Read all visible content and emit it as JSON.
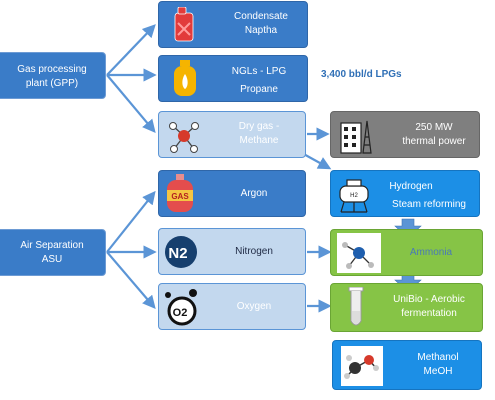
{
  "sources": {
    "gpp": "Gas processing\nplant (GPP)",
    "asu": "Air Separation\nASU"
  },
  "gpp_products": {
    "condensate": "Condensate\nNaptha",
    "ngl_line1": "NGLs - LPG",
    "ngl_line2": "Propane",
    "drygas": "Dry gas -\nMethane"
  },
  "lpg_rate": "3,400 bbl/d  LPGs",
  "asu_products": {
    "argon": "Argon",
    "nitrogen": "Nitrogen",
    "oxygen": "Oxygen"
  },
  "icon_text": {
    "gas_cylinder": "GAS",
    "n2": "N2",
    "o2": "O2",
    "tank": "H2"
  },
  "conversions": {
    "power": "250 MW\nthermal power",
    "hydrogen_line1": "Hydrogen",
    "hydrogen_line2": "Steam reforming",
    "ammonia": "Ammonia",
    "unibio": "UniBio - Aerobic\nfermentation",
    "methanol": "Methanol\nMeOH"
  },
  "colors": {
    "primary_blue": "#3a7cc8",
    "light_blue": "#c3d8ee",
    "grey": "#7f7f7f",
    "green": "#86c446",
    "bright_blue": "#1c8fe6",
    "arrow_blue": "#5b95d6"
  }
}
